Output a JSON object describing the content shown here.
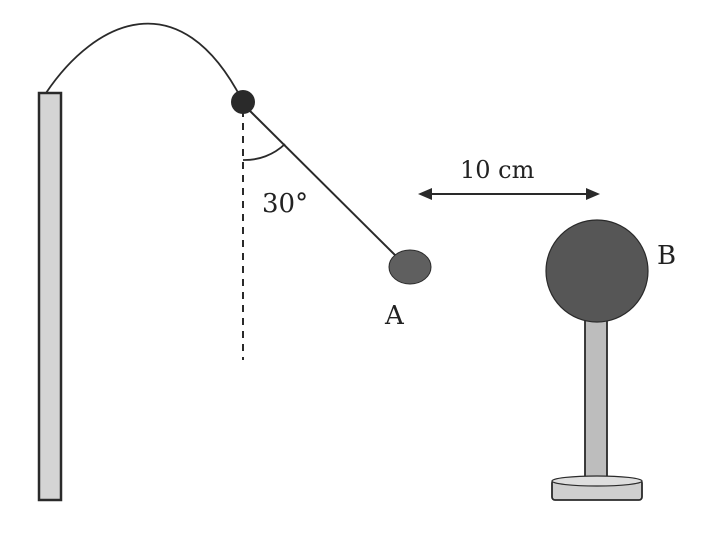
{
  "labels": {
    "distance": "10 cm",
    "angle": "30°",
    "sphere_a": "A",
    "sphere_b": "B"
  },
  "colors": {
    "stroke": "#2a2a2a",
    "pole_fill": "#d4d4d4",
    "sphere_a": "#5f5f5f",
    "sphere_b": "#565656",
    "stand_fill": "#bdbdbd",
    "base_fill": "#cfcfcf",
    "text": "#222222"
  }
}
